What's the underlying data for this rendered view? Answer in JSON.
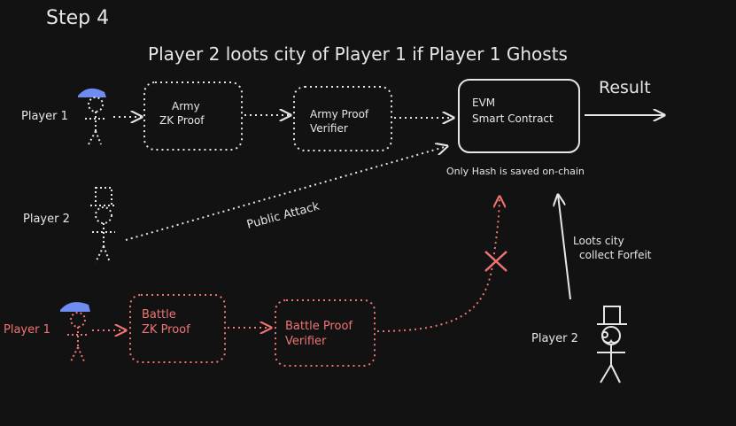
{
  "step_label": "Step 4",
  "title": "Player 2 loots city of Player 1 if Player 1 Ghosts",
  "actors": {
    "player1_top": "Player 1",
    "player2_mid": "Player 2",
    "player1_bottom": "Player 1",
    "player2_bottom": "Player 2"
  },
  "boxes": {
    "army_zk_line1": "Army",
    "army_zk_line2": "ZK Proof",
    "army_verifier_line1": "Army Proof",
    "army_verifier_line2": "Verifier",
    "evm_line1": "EVM",
    "evm_line2": "Smart Contract",
    "battle_zk_line1": "Battle",
    "battle_zk_line2": "ZK Proof",
    "battle_verifier_line1": "Battle Proof",
    "battle_verifier_line2": "Verifier"
  },
  "labels": {
    "result": "Result",
    "hash_note": "Only Hash is saved on-chain",
    "public_attack": "Public Attack",
    "loots_line1": "Loots city",
    "loots_line2": "collect Forfeit"
  },
  "colors": {
    "background": "#121212",
    "ink": "#e6e6e6",
    "accent_red": "#f07474",
    "cap_blue": "#6f8cf0"
  }
}
